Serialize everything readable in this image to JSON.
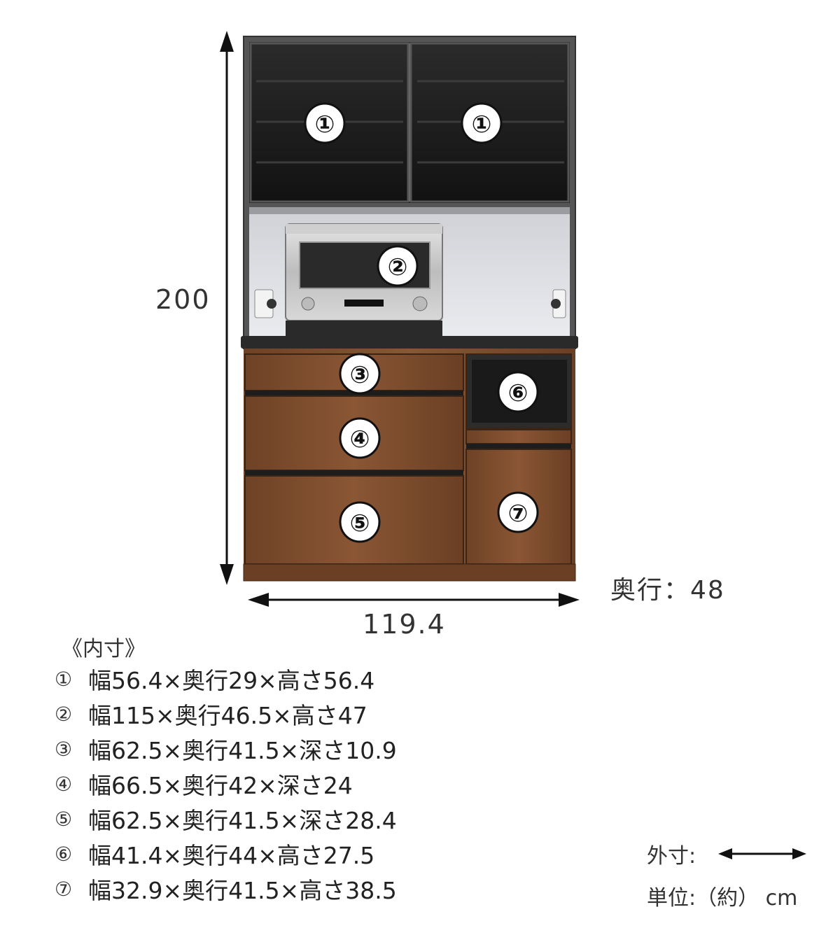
{
  "dimensions": {
    "height": "200",
    "width": "119.4",
    "depth": "奥行：48"
  },
  "badges": [
    "①",
    "①",
    "②",
    "③",
    "④",
    "⑤",
    "⑥",
    "⑦"
  ],
  "inner_title": "《内寸》",
  "inner_specs": [
    {
      "num": "①",
      "text": "幅56.4×奥行29×高さ56.4"
    },
    {
      "num": "②",
      "text": "幅115×奥行46.5×高さ47"
    },
    {
      "num": "③",
      "text": "幅62.5×奥行41.5×深さ10.9"
    },
    {
      "num": "④",
      "text": "幅66.5×奥行42×深さ24"
    },
    {
      "num": "⑤",
      "text": "幅62.5×奥行41.5×深さ28.4"
    },
    {
      "num": "⑥",
      "text": "幅41.4×奥行44×高さ27.5"
    },
    {
      "num": "⑦",
      "text": "幅32.9×奥行41.5×高さ38.5"
    }
  ],
  "legend": {
    "outer_label": "外寸:",
    "unit_label": "単位:（約） cm"
  },
  "colors": {
    "wood": "#7a4a2c",
    "glass": "#1c1c1c",
    "frame": "#4a4a4a",
    "counter": "#2a2a2a"
  }
}
